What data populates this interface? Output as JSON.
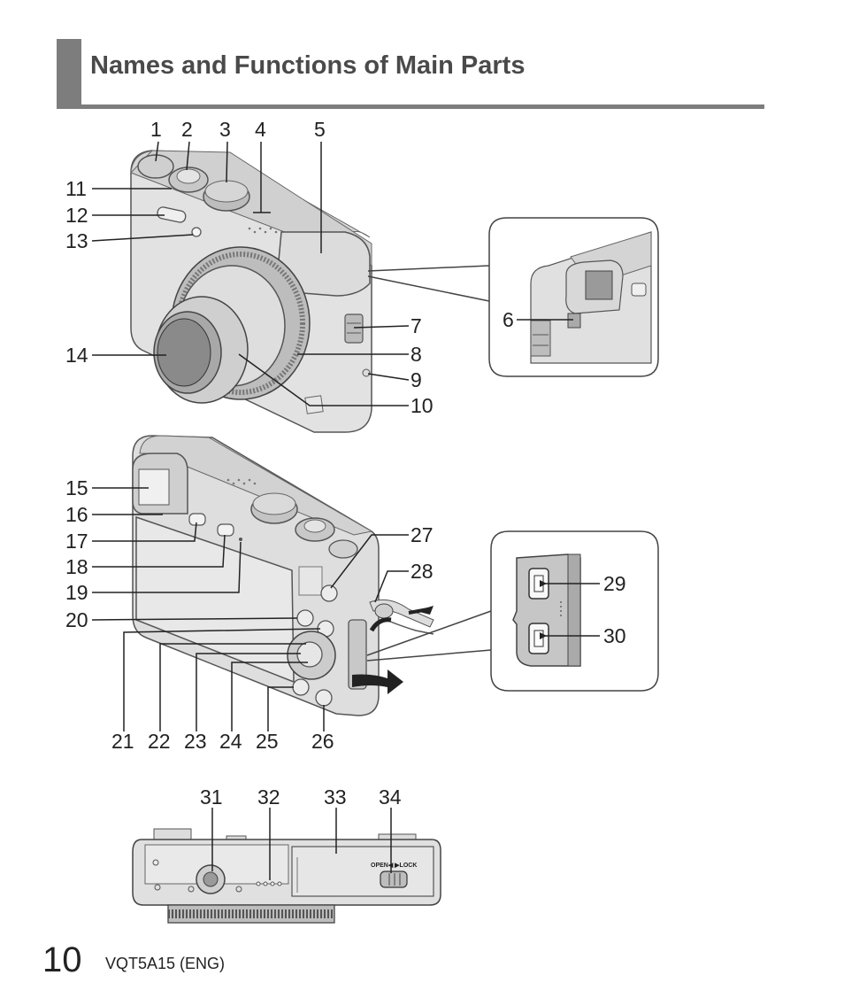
{
  "title": "Names and Functions of Main Parts",
  "footer": {
    "page_number": "10",
    "doc_code": "VQT5A15 (ENG)"
  },
  "front_view": {
    "callouts": [
      "1",
      "2",
      "3",
      "4",
      "5",
      "7",
      "8",
      "9",
      "10",
      "11",
      "12",
      "13",
      "14"
    ]
  },
  "side_inset": {
    "callouts": [
      "6"
    ]
  },
  "rear_view": {
    "callouts": [
      "15",
      "16",
      "17",
      "18",
      "19",
      "20",
      "21",
      "22",
      "23",
      "24",
      "25",
      "26",
      "27",
      "28"
    ]
  },
  "terminal_inset": {
    "callouts": [
      "29",
      "30"
    ]
  },
  "bottom_view": {
    "callouts": [
      "31",
      "32",
      "33",
      "34"
    ],
    "switch_label": "OPEN◀ ▶LOCK"
  }
}
